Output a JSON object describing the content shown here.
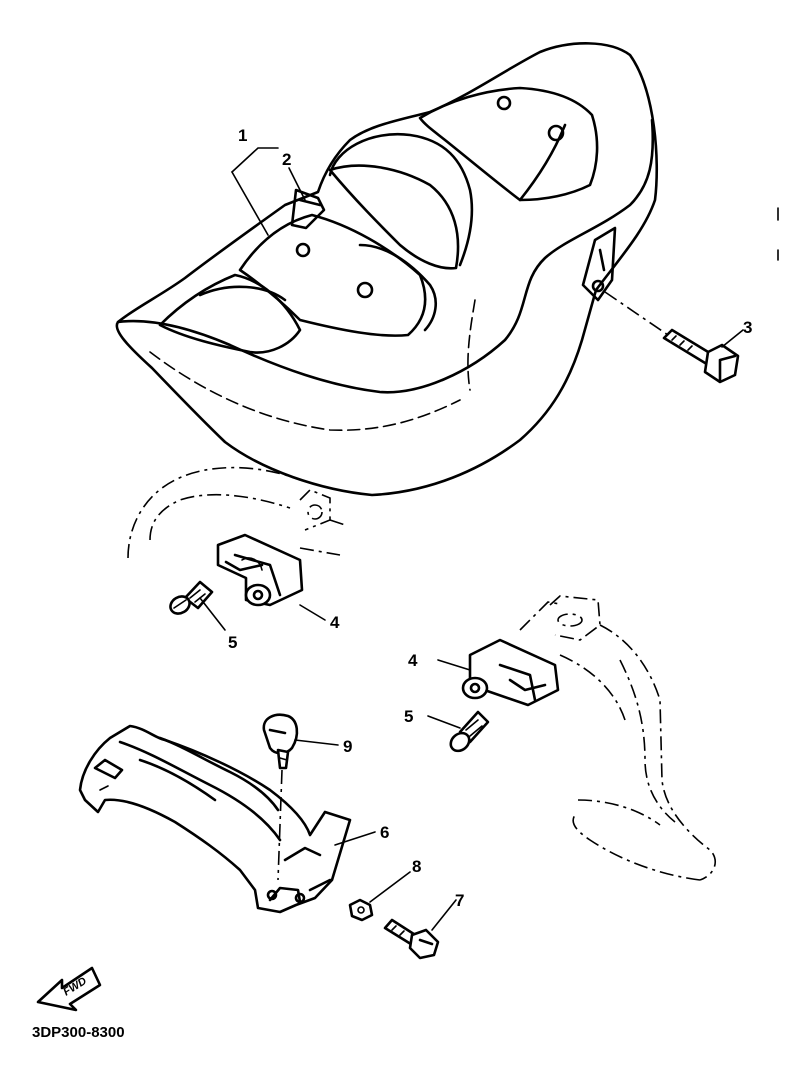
{
  "diagram": {
    "callouts": [
      {
        "id": "1",
        "label": "1"
      },
      {
        "id": "2",
        "label": "2"
      },
      {
        "id": "3",
        "label": "3"
      },
      {
        "id": "4a",
        "label": "4"
      },
      {
        "id": "5a",
        "label": "5"
      },
      {
        "id": "4b",
        "label": "4"
      },
      {
        "id": "5b",
        "label": "5"
      },
      {
        "id": "9",
        "label": "9"
      },
      {
        "id": "6",
        "label": "6"
      },
      {
        "id": "8",
        "label": "8"
      },
      {
        "id": "7",
        "label": "7"
      }
    ],
    "forward_arrow_label": "FWD",
    "diagram_code": "3DP300-8300"
  }
}
